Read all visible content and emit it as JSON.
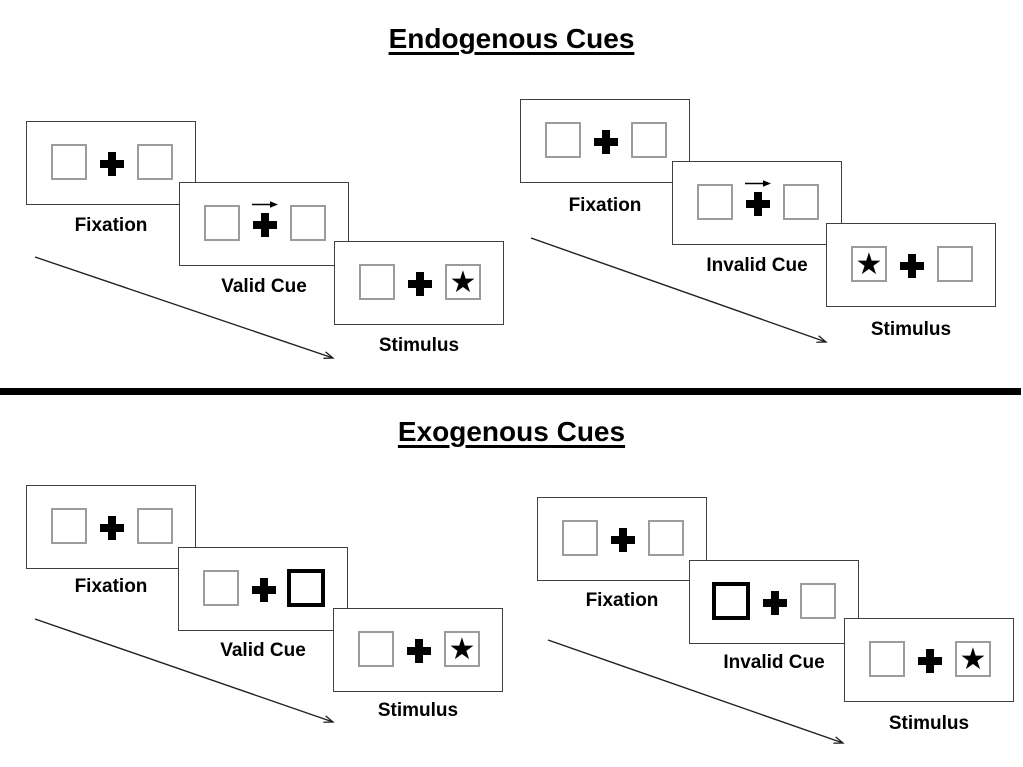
{
  "slide": {
    "background": "#ffffff",
    "divider_color": "#000000"
  },
  "colors": {
    "ink": "#000000",
    "screen_border": "#3f3f3f",
    "placeholder_box_border": "#9c9c9c"
  },
  "icons": {
    "target_star": "★",
    "fixation_cross": "plus-shape",
    "endogenous_cue_icon": "arrow-right",
    "exogenous_cue_icon": "highlighted-box",
    "sequence_arrow": "diagonal-arrow-down-right"
  },
  "sections": [
    {
      "title": "Endogenous Cues",
      "trials": [
        {
          "name": "valid",
          "screen_labels": [
            "Fixation",
            "Valid Cue",
            "Stimulus"
          ],
          "cue": "central-arrow-right",
          "target_side": "right"
        },
        {
          "name": "invalid",
          "screen_labels": [
            "Fixation",
            "Invalid Cue",
            "Stimulus"
          ],
          "cue": "central-arrow-right",
          "target_side": "left"
        }
      ]
    },
    {
      "title": "Exogenous Cues",
      "trials": [
        {
          "name": "valid",
          "screen_labels": [
            "Fixation",
            "Valid Cue",
            "Stimulus"
          ],
          "cue": "peripheral-box-right",
          "target_side": "right"
        },
        {
          "name": "invalid",
          "screen_labels": [
            "Fixation",
            "Invalid Cue",
            "Stimulus"
          ],
          "cue": "peripheral-box-left",
          "target_side": "right"
        }
      ]
    }
  ]
}
